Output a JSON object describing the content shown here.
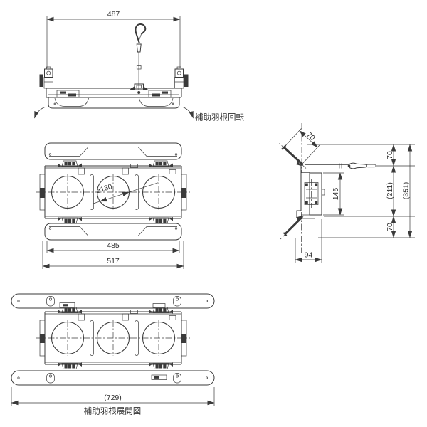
{
  "colors": {
    "line": "#3a3a3a",
    "background": "#ffffff"
  },
  "views": {
    "top": {
      "dim_width": "487",
      "rotation_note": "補助羽根回転"
    },
    "front": {
      "dim_lens_diameter": "⌀130",
      "dim_inner_width": "485",
      "dim_overall_width": "517"
    },
    "side": {
      "dim_blade_length": "70",
      "dim_top_offset": "70",
      "dim_body_height": "(211)",
      "dim_overall_height": "(351)",
      "dim_bracket_height": "145",
      "dim_bottom_offset": "70",
      "dim_depth": "94"
    },
    "bottom": {
      "dim_expanded_width": "(729)",
      "caption": "補助羽根展開図"
    }
  }
}
